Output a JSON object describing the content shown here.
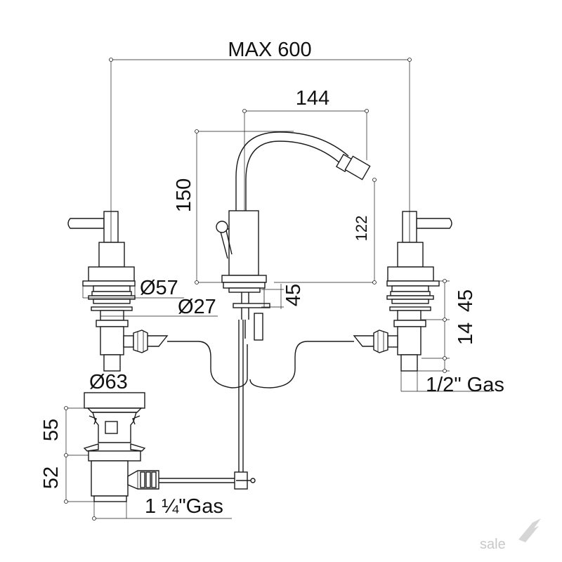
{
  "dimensions": {
    "max_width": "MAX 600",
    "spout_reach": "144",
    "spout_height": "150",
    "outlet_height": "122",
    "dia_57": "Ø57",
    "dia_27": "Ø27",
    "body_45": "45",
    "side_45": "45",
    "side_14": "14",
    "inlet_thread": "1/2\" Gas",
    "waste_dia": "Ø63",
    "waste_55": "55",
    "waste_52": "52",
    "waste_thread": "1 ¼\"Gas"
  },
  "watermark": {
    "text": "sale"
  }
}
